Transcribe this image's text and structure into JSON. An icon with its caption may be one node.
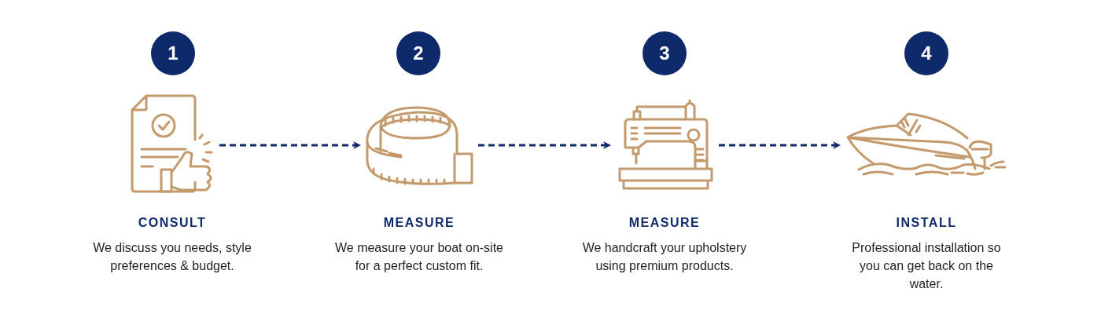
{
  "diagram": {
    "nodes": [
      {
        "text": [
          "1"
        ]
      },
      {
        "text": [
          "2"
        ]
      },
      {
        "text": [
          "3"
        ]
      },
      {
        "text": [
          "4"
        ]
      },
      {
        "text": [],
        "shape": "picture",
        "beside": [
          "CONSULT",
          "We discuss you needs, style preferences & budget."
        ]
      },
      {
        "text": [],
        "shape": "picture",
        "beside": [
          "MEASURE",
          "We measure your boat on-site for a perfect custom fit."
        ]
      },
      {
        "text": [],
        "shape": "picture",
        "beside": [
          "MEASURE",
          "We handcraft your upholstery using premium products."
        ]
      },
      {
        "text": [],
        "shape": "picture",
        "beside": [
          "INSTALL",
          "Professional installation so you can get back on the water."
        ]
      }
    ],
    "edges": [
      {
        "from": 4,
        "to": 5,
        "arrow": "to",
        "style": "dashed"
      },
      {
        "from": 5,
        "to": 6,
        "arrow": "to",
        "style": "dashed"
      },
      {
        "from": 6,
        "to": 7,
        "arrow": "to",
        "style": "dashed"
      }
    ]
  }
}
